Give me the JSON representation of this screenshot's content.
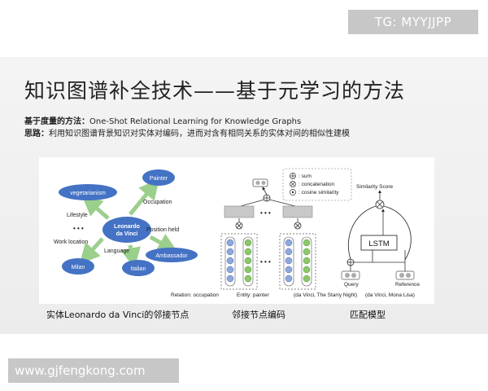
{
  "watermark_top": "TG: MYYJJPP",
  "watermark_bottom": "www.gjfengkong.com",
  "title": "知识图谱补全技术——基于元学习的方法",
  "method": {
    "label": "基于度量的方法：",
    "text": "One-Shot Relational Learning for Knowledge Graphs"
  },
  "idea": {
    "label": "思路：",
    "text": "利用知识图谱背景知识对实体对编码，进而对含有相同关系的实体对间的相似性建模"
  },
  "graph": {
    "center": [
      "Leonardo",
      "da Vinci"
    ],
    "nodes": {
      "painter": "Painter",
      "vegetarianism": "vegetarianism",
      "milan": "Milan",
      "italian": "Italian",
      "ambassador": "Ambassador"
    },
    "edges": {
      "occupation": "Occupation",
      "lifestyle": "Lifestyle",
      "position": "Position held",
      "work": "Work location",
      "language": "Language"
    },
    "dots": "• • •"
  },
  "encoder": {
    "legend": {
      "sum": "sum",
      "concat": "concatenation",
      "cosine": "cosine similarity"
    },
    "dots": "• • •",
    "relation": "Relation: occupation",
    "entity": "Entity: painter"
  },
  "matcher": {
    "score": "Similarity Score",
    "lstm": "LSTM",
    "query": "Query",
    "reference": "Reference",
    "query_pair": "(da Vinci, The Starry Night)",
    "ref_pair": "(da Vinci, Mona Lisa)"
  },
  "captions": {
    "left": "实体Leonardo da Vinci的邻接节点",
    "middle": "邻接节点编码",
    "right": "匹配模型"
  },
  "colors": {
    "node": "#4472c4",
    "arrow": "#9bcf8c",
    "blue_cell": "#8fa8dc",
    "green_cell": "#8cc76b"
  }
}
